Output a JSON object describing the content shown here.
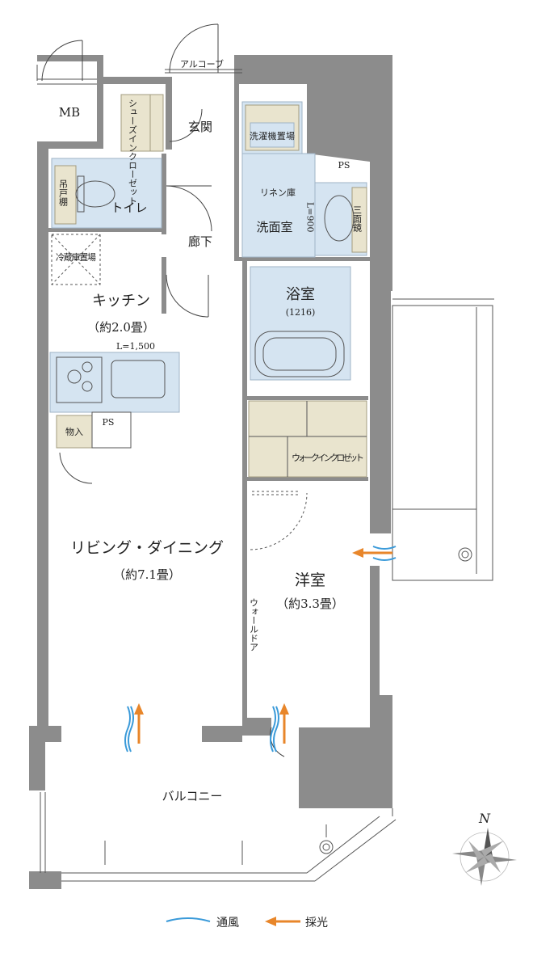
{
  "rooms": {
    "alcove": "アルコーブ",
    "mb": "MB",
    "shoes_closet": "シューズインクローゼット",
    "entrance": "玄関",
    "washer_space": "洗濯機置場",
    "ps_top": "PS",
    "linen": "リネン庫",
    "toilet": "トイレ",
    "hanging_shelf": "吊戸棚",
    "washroom": "洗面室",
    "washroom_width": "L=900",
    "mirror": "三面鏡",
    "hallway": "廊下",
    "fridge": "冷蔵庫置場",
    "kitchen": "キッチン",
    "kitchen_size": "（約2.0畳）",
    "bath": "浴室",
    "bath_size": "(1216)",
    "kitchen_length": "L=1,500",
    "storage": "物入",
    "ps_kitchen": "PS",
    "walkin": "ウォークインクロゼット",
    "living": "リビング・ダイニング",
    "living_size": "（約7.1畳）",
    "western": "洋室",
    "western_size": "（約3.3畳）",
    "wall_door": "ウォールドア",
    "balcony": "バルコニー"
  },
  "compass": {
    "north": "N"
  },
  "legend": {
    "wind": "通風",
    "light": "採光"
  },
  "colors": {
    "wind": "#3a9ad9",
    "light": "#e8862a",
    "wall": "#8c8c8c",
    "wet_area": "#d5e4f1",
    "storage": "#e9e4ce"
  }
}
